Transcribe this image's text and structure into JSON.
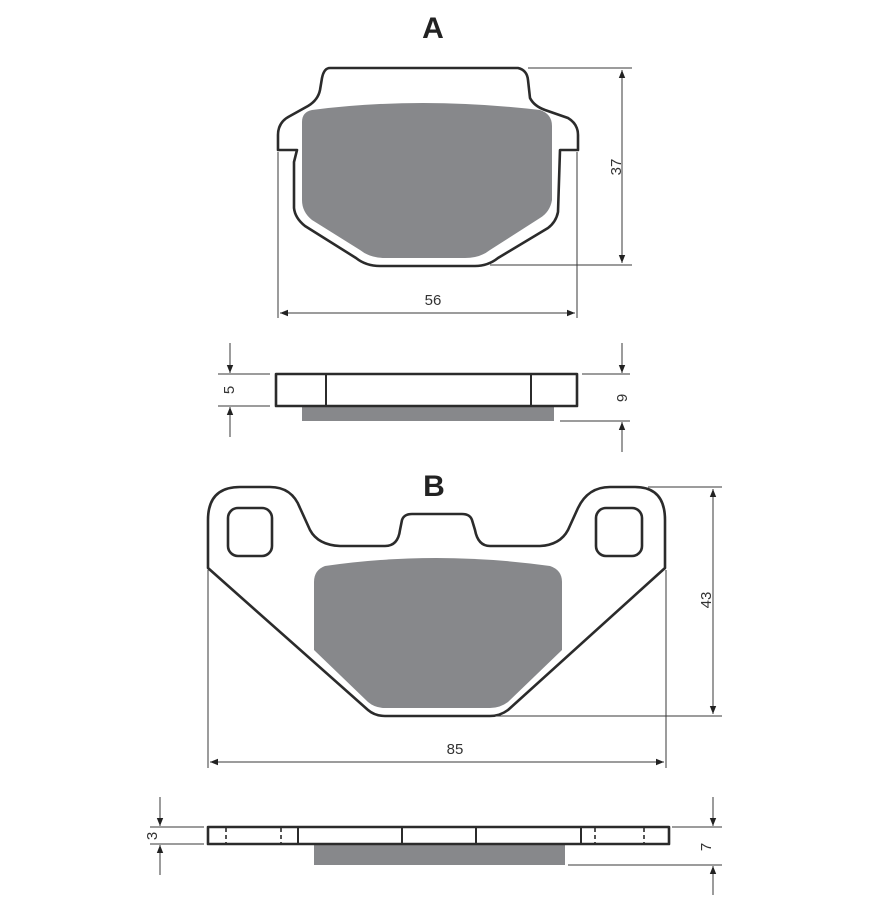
{
  "pad_a": {
    "label": "A",
    "width": "56",
    "height": "37",
    "backplate_thickness": "5",
    "total_thickness": "9"
  },
  "pad_b": {
    "label": "B",
    "width": "85",
    "height": "43",
    "backplate_thickness": "3",
    "total_thickness": "7"
  },
  "colors": {
    "friction_material": "#87888b",
    "outline": "#2b2b2b"
  }
}
